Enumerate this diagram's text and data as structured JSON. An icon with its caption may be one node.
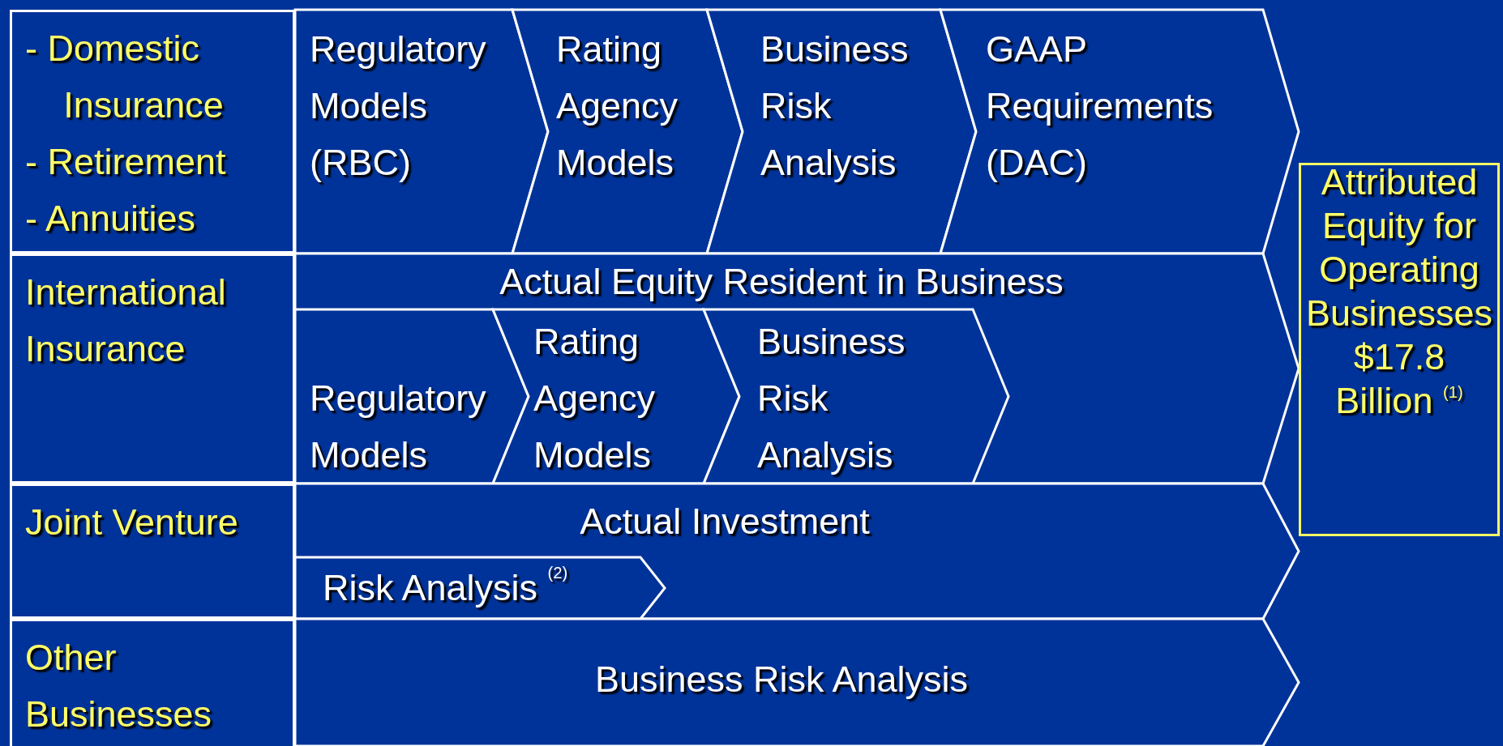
{
  "diagram": {
    "nodes": [
      {
        "text": [
          "- Domestic Insurance",
          "- Retirement",
          "- Annuities"
        ]
      },
      {
        "text": [
          "Regulatory Models (RBC)"
        ]
      },
      {
        "text": [
          "Rating Agency Models"
        ]
      },
      {
        "text": [
          "Business Risk Analysis"
        ]
      },
      {
        "text": [
          "GAAP Requirements (DAC)"
        ]
      },
      {
        "text": [
          "International Insurance"
        ]
      },
      {
        "text": [
          "Actual Equity Resident in Business"
        ]
      },
      {
        "text": [
          "Regulatory Models"
        ],
        "in": 6
      },
      {
        "text": [
          "Rating Agency Models"
        ],
        "in": 6
      },
      {
        "text": [
          "Business Risk Analysis"
        ],
        "in": 6
      },
      {
        "text": [
          "Joint Venture"
        ]
      },
      {
        "text": [
          "Actual Investment"
        ]
      },
      {
        "text": [
          "Risk Analysis $^{(2)}$"
        ],
        "in": 11
      },
      {
        "text": [
          "Other Businesses"
        ]
      },
      {
        "text": [
          "Business Risk Analysis"
        ]
      },
      {
        "text": [
          "Attributed Equity for Operating Businesses $17.8 Billion $^{(1)}$"
        ]
      }
    ]
  }
}
